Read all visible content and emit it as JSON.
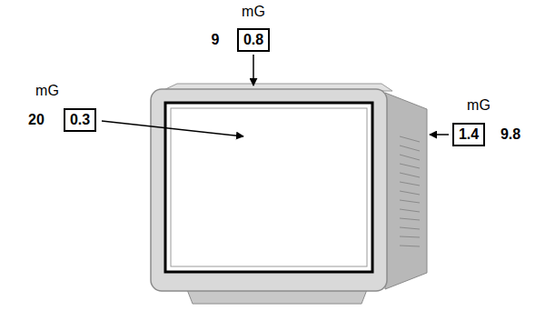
{
  "diagram": {
    "nodes": [
      {
        "text": [
          "0.8"
        ]
      },
      {
        "text": [
          "0.3"
        ]
      },
      {
        "text": [
          "1.4"
        ]
      }
    ],
    "labels": [
      "mG",
      "9",
      "mG",
      "20",
      "mG",
      "9.8"
    ]
  }
}
